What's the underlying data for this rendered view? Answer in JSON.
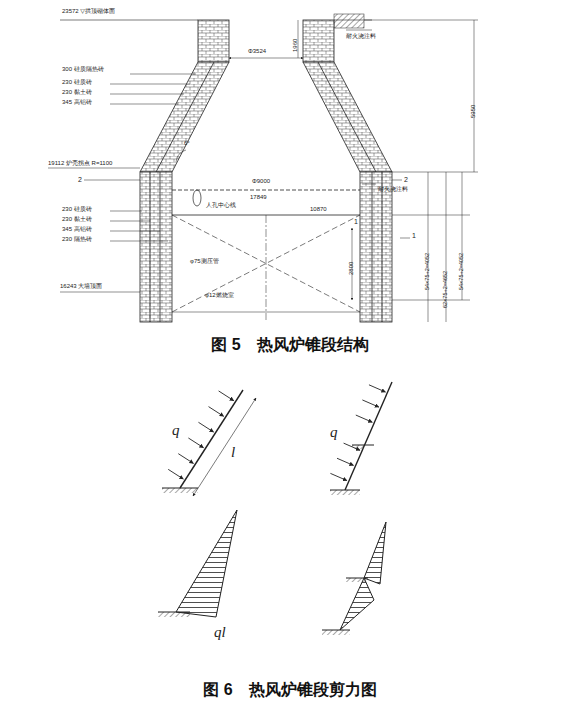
{
  "diagram": {
    "labels": [
      "23572 ▽拱顶砌体面",
      "300 硅质隔热砖",
      "230 硅质砖",
      "230 黏土砖",
      "345 高铝砖",
      "19112 炉壳拐点 R=1100",
      "2",
      "2",
      "230 硅质砖",
      "230 黏土砖",
      "345 高铝砖",
      "230 隔热砖",
      "16243 大墙顶面",
      "Φ3524",
      "1960",
      "6°",
      "Φ9000",
      "17849",
      "人孔中心线",
      "10870",
      "φ75测压管",
      "φ12燃烧室",
      "耐火浇注料",
      "耐火浇注料",
      "1",
      "1",
      "5950",
      "54×75+2=4052",
      "62×75+2=4652",
      "54×75+2=4052",
      "2800",
      "q",
      "l",
      "q",
      "ql",
      "图 5　热风炉锥段结构",
      "图 6　热风炉锥段剪力图"
    ]
  }
}
